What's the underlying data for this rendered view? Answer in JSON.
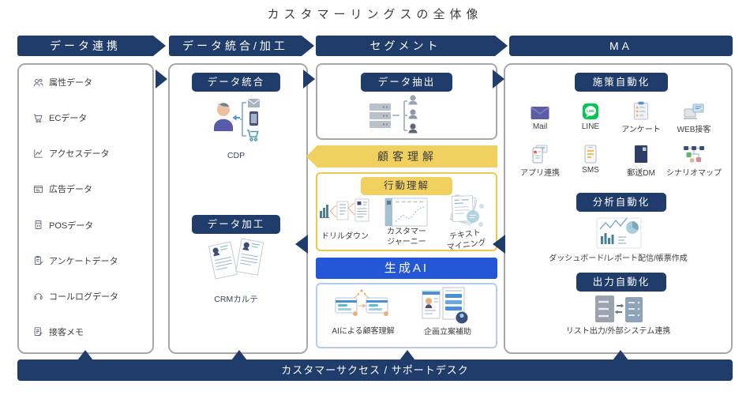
{
  "title": "カスタマーリングスの全体像",
  "colors": {
    "navy": "#1f3c6a",
    "accent_yellow": "#f0d05f",
    "accent_blue": "#2456d8",
    "line_green": "#06c755",
    "box_border_gray": "#a8a8a8"
  },
  "headers": [
    {
      "label": "データ連携"
    },
    {
      "label": "データ統合/加工"
    },
    {
      "label": "セグメント"
    },
    {
      "label": "MA"
    }
  ],
  "sources": {
    "items": [
      {
        "icon": "people-icon",
        "label": "属性データ"
      },
      {
        "icon": "cart-icon",
        "label": "ECデータ"
      },
      {
        "icon": "line-chart-icon",
        "label": "アクセスデータ"
      },
      {
        "icon": "ad-browser-icon",
        "label": "広告データ"
      },
      {
        "icon": "pos-register-icon",
        "label": "POSデータ"
      },
      {
        "icon": "survey-clipboard-icon",
        "label": "アンケートデータ"
      },
      {
        "icon": "headset-icon",
        "label": "コールログデータ"
      },
      {
        "icon": "memo-icon",
        "label": "接客メモ"
      }
    ]
  },
  "integration": {
    "merge_badge": "データ統合",
    "merge_caption": "CDP",
    "process_badge": "データ加工",
    "process_caption": "CRMカルテ"
  },
  "segment": {
    "extract_badge": "データ抽出",
    "understanding_band": "顧客理解",
    "behavior_badge": "行動理解",
    "behavior_items": [
      {
        "icon": "drilldown-illustration",
        "label": "ドリルダウン"
      },
      {
        "icon": "customer-journey-illustration",
        "label": "カスタマー\nジャーニー"
      },
      {
        "icon": "text-mining-illustration",
        "label": "テキスト\nマイニング"
      }
    ],
    "genai_band": "生成AI",
    "genai_items": [
      {
        "icon": "ai-customer-understanding-illustration",
        "label": "AIによる顧客理解"
      },
      {
        "icon": "planning-support-illustration",
        "label": "企画立案補助"
      }
    ]
  },
  "ma": {
    "action_badge": "施策自動化",
    "channels": [
      {
        "icon": "mail-icon",
        "label": "Mail"
      },
      {
        "icon": "line-app-icon",
        "label": "LINE"
      },
      {
        "icon": "survey-icon",
        "label": "アンケート"
      },
      {
        "icon": "web-chat-icon",
        "label": "WEB接客"
      },
      {
        "icon": "app-link-icon",
        "label": "アプリ連携"
      },
      {
        "icon": "sms-icon",
        "label": "SMS"
      },
      {
        "icon": "direct-mail-icon",
        "label": "郵送DM"
      },
      {
        "icon": "scenario-map-icon",
        "label": "シナリオマップ"
      }
    ],
    "analysis_badge": "分析自動化",
    "analysis_caption": "ダッシュボード/レポート配信/帳票作成",
    "output_badge": "出力自動化",
    "output_caption": "リスト出力/外部システム連携"
  },
  "footer": "カスタマーサクセス / サポートデスク"
}
